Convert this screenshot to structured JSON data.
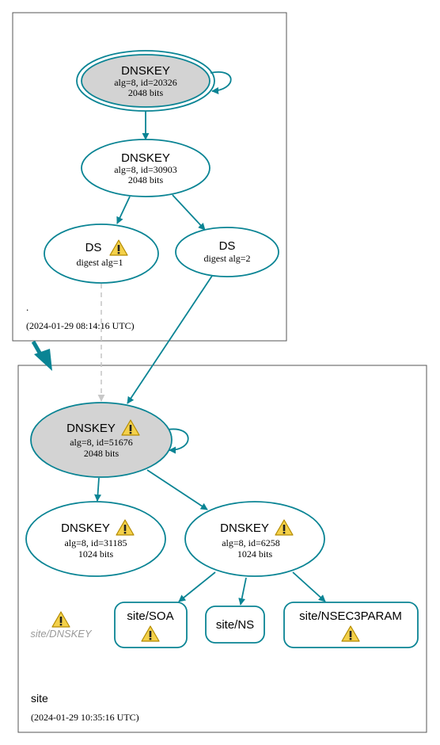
{
  "colors": {
    "edge": "#0a8494",
    "edge_insecure": "#c8c8c8",
    "node_fill_ksk": "#d3d3d3",
    "node_stroke": "#0a8494",
    "zone_border": "#555555",
    "warning_fill": "#f4d14a",
    "warning_stroke": "#b38a00",
    "muted_text": "#9a9a9a"
  },
  "zones": {
    "root": {
      "name": ".",
      "timestamp": "(2024-01-29 08:14:16 UTC)"
    },
    "site": {
      "name": "site",
      "timestamp": "(2024-01-29 10:35:16 UTC)"
    }
  },
  "nodes": {
    "root_ksk": {
      "title": "DNSKEY",
      "line1": "alg=8, id=20326",
      "line2": "2048 bits"
    },
    "root_zsk": {
      "title": "DNSKEY",
      "line1": "alg=8, id=30903",
      "line2": "2048 bits"
    },
    "ds1": {
      "title": "DS",
      "line1": "digest alg=1",
      "warning": "warning-icon"
    },
    "ds2": {
      "title": "DS",
      "line1": "digest alg=2"
    },
    "site_ksk": {
      "title": "DNSKEY",
      "line1": "alg=8, id=51676",
      "line2": "2048 bits",
      "warning": "warning-icon"
    },
    "site_key_31185": {
      "title": "DNSKEY",
      "line1": "alg=8, id=31185",
      "line2": "1024 bits",
      "warning": "warning-icon"
    },
    "site_key_6258": {
      "title": "DNSKEY",
      "line1": "alg=8, id=6258",
      "line2": "1024 bits",
      "warning": "warning-icon"
    },
    "rr_soa": {
      "title": "site/SOA",
      "warning": "warning-icon"
    },
    "rr_ns": {
      "title": "site/NS"
    },
    "rr_nsec3param": {
      "title": "site/NSEC3PARAM",
      "warning": "warning-icon"
    },
    "site_dnskey_label": {
      "title": "site/DNSKEY",
      "warning": "warning-icon"
    }
  }
}
